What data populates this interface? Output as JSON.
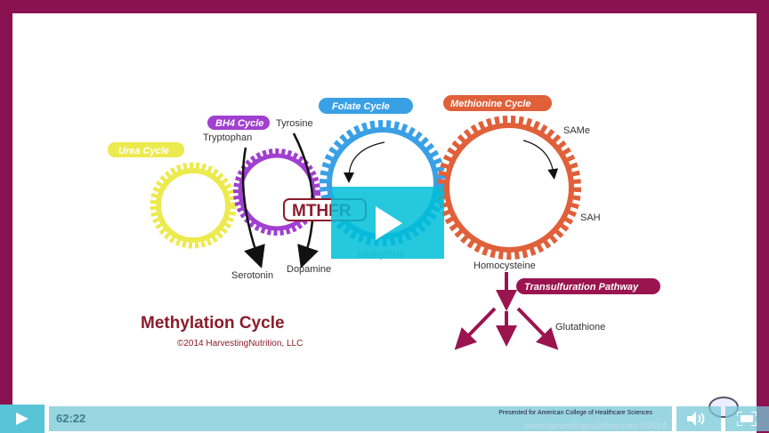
{
  "diagram": {
    "labels": {
      "urea_cycle": "Urea Cycle",
      "bh4_cycle": "BH4 Cycle",
      "folate_cycle": "Folate Cycle",
      "methionine_cycle": "Methionine Cycle",
      "transsulfuration": "Transulfuration Pathway",
      "tryptophan": "Tryptophan",
      "tyrosine": "Tyrosine",
      "serotonin": "Serotonin",
      "dopamine": "Dopamine",
      "mthfr": "MTHFR",
      "methylthf": "MethylTHF",
      "same": "SAMe",
      "sah": "SAH",
      "homocysteine": "Homocysteine",
      "glutathione": "Glutathione"
    },
    "title": "Methylation Cycle",
    "copyright": "©2014 HarvestingNutrition, LLC",
    "colors": {
      "urea": "#ecea4e",
      "bh4": "#a13fd0",
      "folate": "#3aa0e6",
      "methionine": "#e0603a",
      "transsulfuration": "#9a1450",
      "frame": "#8a1250"
    }
  },
  "player": {
    "time": "62:22",
    "credit": "Presented for American College of Healthcare Sciences",
    "url": "www.harvestingnutrition.com ©2014",
    "progress_fraction": 0.02,
    "icons": {
      "play_overlay": "play-icon",
      "play": "play-icon",
      "volume": "volume-icon",
      "fullscreen": "fullscreen-icon"
    }
  }
}
